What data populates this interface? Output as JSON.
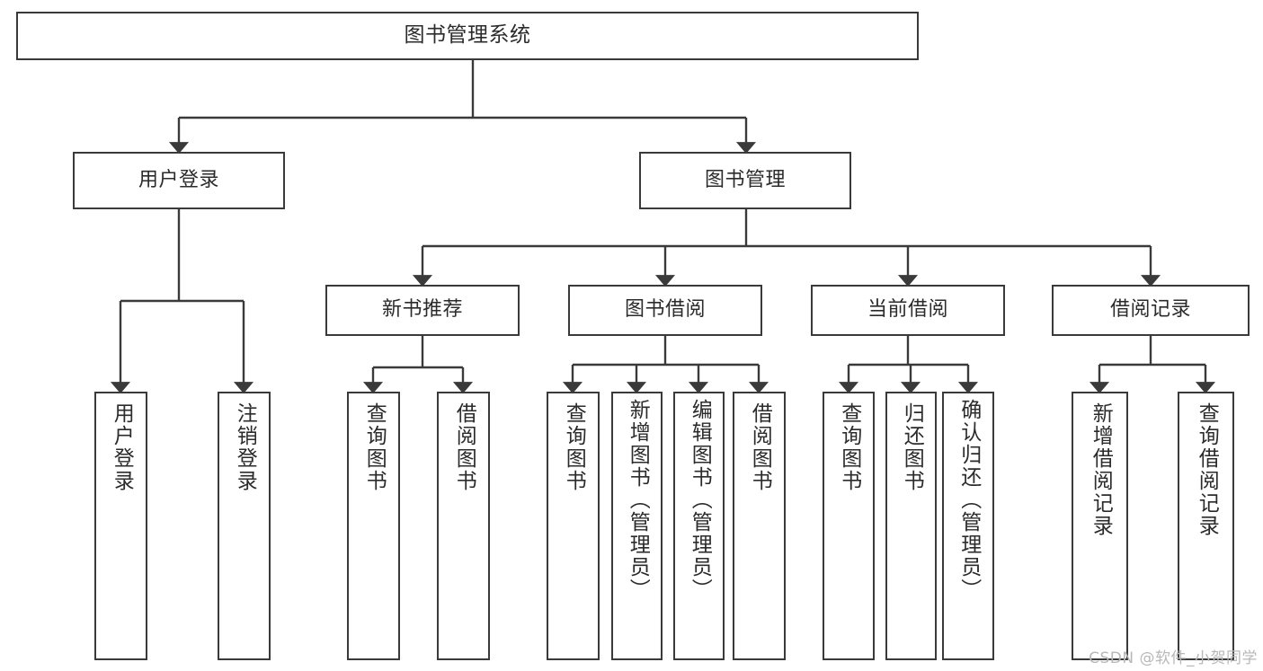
{
  "diagram": {
    "type": "tree-hierarchy",
    "title": "图书管理系统",
    "root": {
      "id": "root",
      "label": "图书管理系统"
    },
    "level2": [
      {
        "id": "user-login",
        "label": "用户登录"
      },
      {
        "id": "book-manage",
        "label": "图书管理"
      }
    ],
    "level3": [
      {
        "id": "new-book-recommend",
        "label": "新书推荐",
        "parent": "book-manage"
      },
      {
        "id": "book-borrow",
        "label": "图书借阅",
        "parent": "book-manage"
      },
      {
        "id": "current-borrow",
        "label": "当前借阅",
        "parent": "book-manage"
      },
      {
        "id": "borrow-record",
        "label": "借阅记录",
        "parent": "book-manage"
      }
    ],
    "leaves": [
      {
        "id": "leaf-user-login",
        "label": "用户登录",
        "parent": "user-login"
      },
      {
        "id": "leaf-user-logout",
        "label": "注销登录",
        "parent": "user-login"
      },
      {
        "id": "leaf-query-book-1",
        "label": "查询图书",
        "parent": "new-book-recommend"
      },
      {
        "id": "leaf-borrow-book-1",
        "label": "借阅图书",
        "parent": "new-book-recommend"
      },
      {
        "id": "leaf-query-book-2",
        "label": "查询图书",
        "parent": "book-borrow"
      },
      {
        "id": "leaf-add-book",
        "label": "新增图书（管理员）",
        "parent": "book-borrow"
      },
      {
        "id": "leaf-edit-book",
        "label": "编辑图书（管理员）",
        "parent": "book-borrow"
      },
      {
        "id": "leaf-borrow-book-2",
        "label": "借阅图书",
        "parent": "book-borrow"
      },
      {
        "id": "leaf-query-book-3",
        "label": "查询图书",
        "parent": "current-borrow"
      },
      {
        "id": "leaf-return-book",
        "label": "归还图书",
        "parent": "current-borrow"
      },
      {
        "id": "leaf-confirm-return",
        "label": "确认归还（管理员）",
        "parent": "current-borrow"
      },
      {
        "id": "leaf-add-record",
        "label": "新增借阅记录",
        "parent": "borrow-record"
      },
      {
        "id": "leaf-query-record",
        "label": "查询借阅记录",
        "parent": "borrow-record"
      }
    ],
    "colors": {
      "stroke": "#3a3a3a",
      "background": "#ffffff",
      "text": "#2b2b2b",
      "watermark": "#b8b8b8"
    }
  },
  "watermark": {
    "text": "CSDN @软件_小贺同学"
  }
}
